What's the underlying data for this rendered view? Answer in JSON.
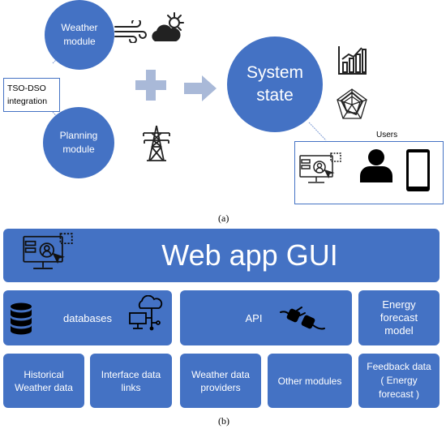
{
  "panel_a": {
    "weather_module": "Weather\nmodule",
    "planning_module": "Planning\nmodule",
    "tso_dso": "TSO-DSO\nintegration",
    "system_state": "System\nstate",
    "users_label": "Users",
    "caption": "(a)"
  },
  "panel_b": {
    "gui_title": "Web app GUI",
    "databases": "databases",
    "api": "API",
    "energy_model": "Energy\nforecast\nmodel",
    "historical": "Historical\nWeather data",
    "interface_links": "Interface data\nlinks",
    "weather_providers": "Weather data\nproviders",
    "other_modules": "Other modules",
    "feedback": "Feedback data\n( Energy\nforecast )",
    "caption": "(b)"
  },
  "colors": {
    "box_blue": "#4472c4",
    "light_blue": "#a9b9d8",
    "connector": "#7f9cd4"
  },
  "icons": [
    "wind-icon",
    "cloud-sun-icon",
    "pylon-icon",
    "bar-chart-icon",
    "radar-chart-icon",
    "monitor-user-icon",
    "person-icon",
    "smartphone-icon",
    "database-icon",
    "cloud-network-icon",
    "plug-icon"
  ]
}
